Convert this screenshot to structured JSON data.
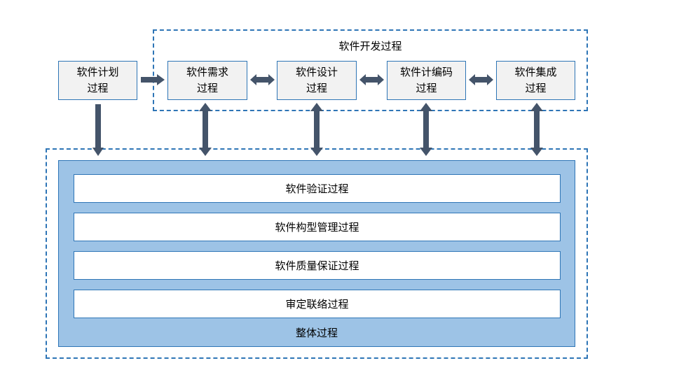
{
  "development_group": {
    "title": "软件开发过程"
  },
  "processes": {
    "planning": {
      "line1": "软件计划",
      "line2": "过程"
    },
    "requirements": {
      "line1": "软件需求",
      "line2": "过程"
    },
    "design": {
      "line1": "软件设计",
      "line2": "过程"
    },
    "coding": {
      "line1": "软件计编码",
      "line2": "过程"
    },
    "integration": {
      "line1": "软件集成",
      "line2": "过程"
    }
  },
  "overall_group": {
    "title": "整体过程",
    "items": [
      "软件验证过程",
      "软件构型管理过程",
      "软件质量保证过程",
      "审定联络过程"
    ]
  },
  "colors": {
    "border": "#2e75b6",
    "arrow": "#44546a",
    "panel_fill": "#9dc3e6",
    "box_fill": "#f2f2f2"
  }
}
